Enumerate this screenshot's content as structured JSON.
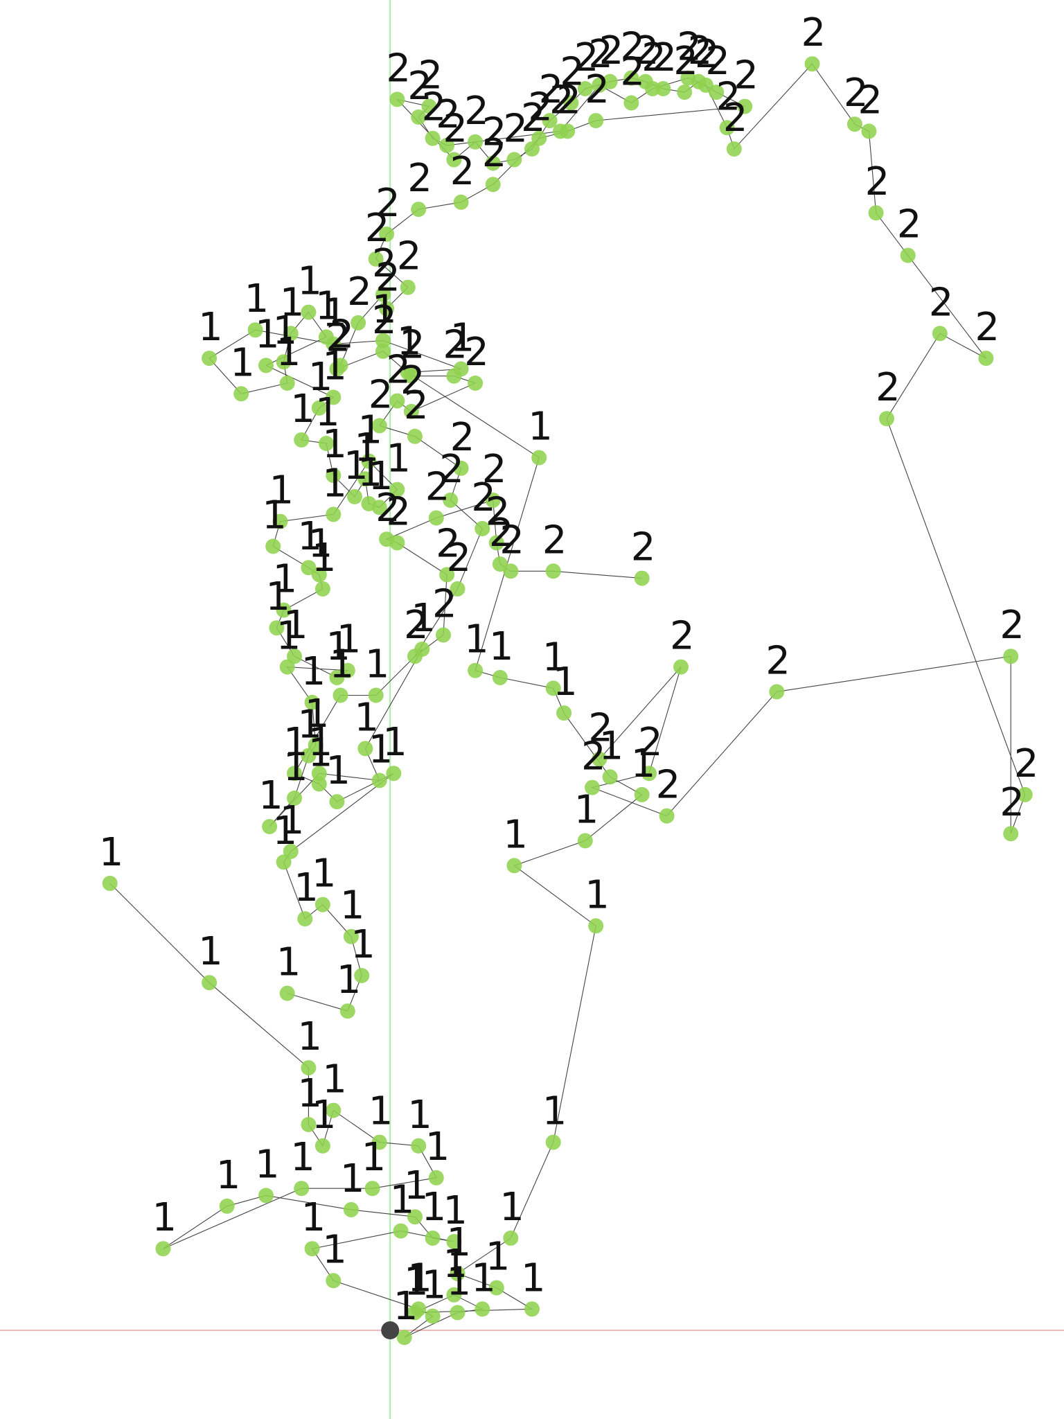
{
  "chart_data": {
    "type": "scatter",
    "title": "",
    "xlabel": "",
    "ylabel": "",
    "grid": false,
    "legend": "none",
    "connected": true,
    "axis_lines": {
      "x_axis_color": "#f4b6b6",
      "y_axis_color": "#a6eea6"
    },
    "colors": {
      "marker": "#8fd14f",
      "line": "#222222",
      "origin": "#444444"
    },
    "xlim": [
      -1.1,
      1.9
    ],
    "ylim": [
      -0.25,
      3.75
    ],
    "origin": [
      0,
      0
    ],
    "series": [
      {
        "label": "1",
        "points": [
          [
            -0.79,
            1.26
          ],
          [
            -0.51,
            0.98
          ],
          [
            -0.23,
            0.74
          ],
          [
            -0.23,
            0.58
          ],
          [
            -0.19,
            0.52
          ],
          [
            -0.16,
            0.62
          ],
          [
            -0.03,
            0.53
          ],
          [
            0.08,
            0.52
          ],
          [
            0.13,
            0.43
          ],
          [
            -0.05,
            0.4
          ],
          [
            -0.25,
            0.4
          ],
          [
            -0.64,
            0.23
          ],
          [
            -0.46,
            0.35
          ],
          [
            -0.35,
            0.38
          ],
          [
            -0.11,
            0.34
          ],
          [
            0.07,
            0.32
          ],
          [
            0.12,
            0.26
          ],
          [
            0.18,
            0.25
          ],
          [
            0.03,
            0.28
          ],
          [
            -0.22,
            0.23
          ],
          [
            -0.16,
            0.14
          ],
          [
            0.08,
            0.06
          ],
          [
            0.12,
            0.04
          ],
          [
            0.04,
            -0.02
          ],
          [
            0.19,
            0.05
          ],
          [
            0.26,
            0.06
          ],
          [
            0.18,
            0.1
          ],
          [
            0.07,
            0.05
          ],
          [
            0.4,
            0.06
          ],
          [
            0.3,
            0.12
          ],
          [
            0.19,
            0.16
          ],
          [
            0.34,
            0.26
          ],
          [
            0.46,
            0.53
          ],
          [
            0.58,
            1.14
          ],
          [
            0.35,
            1.31
          ],
          [
            0.55,
            1.38
          ],
          [
            0.71,
            1.51
          ],
          [
            0.62,
            1.56
          ],
          [
            0.49,
            1.74
          ],
          [
            0.46,
            1.81
          ],
          [
            0.31,
            1.84
          ],
          [
            0.24,
            1.86
          ],
          [
            0.42,
            2.46
          ],
          [
            0.05,
            2.7
          ],
          [
            0.2,
            2.71
          ],
          [
            -0.02,
            2.79
          ],
          [
            -0.16,
            2.78
          ],
          [
            -0.38,
            2.82
          ],
          [
            -0.51,
            2.74
          ],
          [
            -0.42,
            2.64
          ],
          [
            -0.29,
            2.67
          ],
          [
            -0.3,
            2.73
          ],
          [
            -0.28,
            2.81
          ],
          [
            -0.23,
            2.87
          ],
          [
            -0.18,
            2.8
          ],
          [
            -0.35,
            2.72
          ],
          [
            -0.16,
            2.63
          ],
          [
            -0.2,
            2.6
          ],
          [
            -0.25,
            2.51
          ],
          [
            -0.18,
            2.5
          ],
          [
            -0.16,
            2.41
          ],
          [
            -0.1,
            2.35
          ],
          [
            -0.07,
            2.4
          ],
          [
            -0.06,
            2.33
          ],
          [
            -0.03,
            2.32
          ],
          [
            0.02,
            2.37
          ],
          [
            -0.06,
            2.45
          ],
          [
            -0.16,
            2.3
          ],
          [
            -0.31,
            2.28
          ],
          [
            -0.33,
            2.21
          ],
          [
            -0.23,
            2.15
          ],
          [
            -0.2,
            2.13
          ],
          [
            -0.19,
            2.09
          ],
          [
            -0.3,
            2.03
          ],
          [
            -0.32,
            1.98
          ],
          [
            -0.27,
            1.9
          ],
          [
            -0.15,
            1.84
          ],
          [
            -0.12,
            1.86
          ],
          [
            -0.29,
            1.87
          ],
          [
            -0.22,
            1.77
          ],
          [
            -0.21,
            1.65
          ],
          [
            -0.23,
            1.62
          ],
          [
            -0.27,
            1.5
          ],
          [
            -0.34,
            1.42
          ],
          [
            -0.2,
            1.57
          ],
          [
            -0.03,
            1.55
          ],
          [
            -0.07,
            1.64
          ],
          [
            0.09,
            1.92
          ],
          [
            -0.04,
            1.79
          ],
          [
            -0.14,
            1.79
          ],
          [
            -0.27,
            1.57
          ],
          [
            -0.2,
            1.54
          ],
          [
            -0.15,
            1.49
          ],
          [
            0.01,
            1.57
          ],
          [
            -0.28,
            1.35
          ],
          [
            -0.3,
            1.32
          ],
          [
            -0.24,
            1.16
          ],
          [
            -0.19,
            1.2
          ],
          [
            -0.11,
            1.11
          ],
          [
            -0.08,
            1.0
          ],
          [
            -0.12,
            0.9
          ],
          [
            -0.29,
            0.95
          ]
        ]
      },
      {
        "label": "2",
        "points": [
          [
            0.59,
            1.61
          ],
          [
            0.82,
            1.87
          ],
          [
            0.73,
            1.57
          ],
          [
            0.57,
            1.53
          ],
          [
            0.78,
            1.45
          ],
          [
            1.09,
            1.8
          ],
          [
            1.75,
            1.9
          ],
          [
            1.75,
            1.4
          ],
          [
            1.79,
            1.51
          ],
          [
            1.4,
            2.57
          ],
          [
            1.55,
            2.81
          ],
          [
            1.68,
            2.74
          ],
          [
            1.46,
            3.03
          ],
          [
            1.37,
            3.15
          ],
          [
            1.35,
            3.38
          ],
          [
            1.31,
            3.4
          ],
          [
            1.19,
            3.57
          ],
          [
            0.97,
            3.33
          ],
          [
            0.95,
            3.39
          ],
          [
            0.89,
            3.51
          ],
          [
            0.84,
            3.53
          ],
          [
            0.74,
            3.5
          ],
          [
            0.68,
            3.46
          ],
          [
            0.59,
            3.51
          ],
          [
            0.48,
            3.38
          ],
          [
            0.16,
            3.34
          ],
          [
            0.12,
            3.36
          ],
          [
            0.08,
            3.42
          ],
          [
            0.11,
            3.45
          ],
          [
            0.02,
            3.47
          ],
          [
            0.18,
            3.3
          ],
          [
            0.24,
            3.35
          ],
          [
            0.29,
            3.29
          ],
          [
            0.35,
            3.3
          ],
          [
            0.4,
            3.33
          ],
          [
            0.45,
            3.41
          ],
          [
            0.51,
            3.46
          ],
          [
            0.55,
            3.5
          ],
          [
            0.62,
            3.52
          ],
          [
            0.68,
            3.53
          ],
          [
            0.72,
            3.52
          ],
          [
            0.77,
            3.5
          ],
          [
            0.83,
            3.49
          ],
          [
            0.87,
            3.52
          ],
          [
            0.92,
            3.49
          ],
          [
            1.0,
            3.45
          ],
          [
            0.58,
            3.41
          ],
          [
            0.5,
            3.38
          ],
          [
            0.42,
            3.36
          ],
          [
            0.29,
            3.23
          ],
          [
            0.2,
            3.18
          ],
          [
            0.08,
            3.16
          ],
          [
            -0.01,
            3.09
          ],
          [
            -0.04,
            3.02
          ],
          [
            0.05,
            2.94
          ],
          [
            -0.01,
            2.88
          ],
          [
            -0.02,
            2.92
          ],
          [
            -0.09,
            2.84
          ],
          [
            -0.14,
            2.72
          ],
          [
            -0.15,
            2.71
          ],
          [
            -0.02,
            2.76
          ],
          [
            0.06,
            2.69
          ],
          [
            0.18,
            2.69
          ],
          [
            0.24,
            2.67
          ],
          [
            0.06,
            2.59
          ],
          [
            0.02,
            2.62
          ],
          [
            -0.03,
            2.55
          ],
          [
            0.07,
            2.52
          ],
          [
            0.2,
            2.43
          ],
          [
            0.17,
            2.34
          ],
          [
            0.26,
            2.26
          ],
          [
            0.19,
            2.09
          ],
          [
            0.07,
            1.9
          ],
          [
            0.15,
            1.96
          ],
          [
            0.16,
            2.13
          ],
          [
            0.02,
            2.22
          ],
          [
            -0.01,
            2.23
          ],
          [
            0.13,
            2.29
          ],
          [
            0.29,
            2.34
          ],
          [
            0.3,
            2.22
          ],
          [
            0.31,
            2.16
          ],
          [
            0.34,
            2.14
          ],
          [
            0.46,
            2.14
          ],
          [
            0.71,
            2.12
          ]
        ]
      }
    ]
  }
}
